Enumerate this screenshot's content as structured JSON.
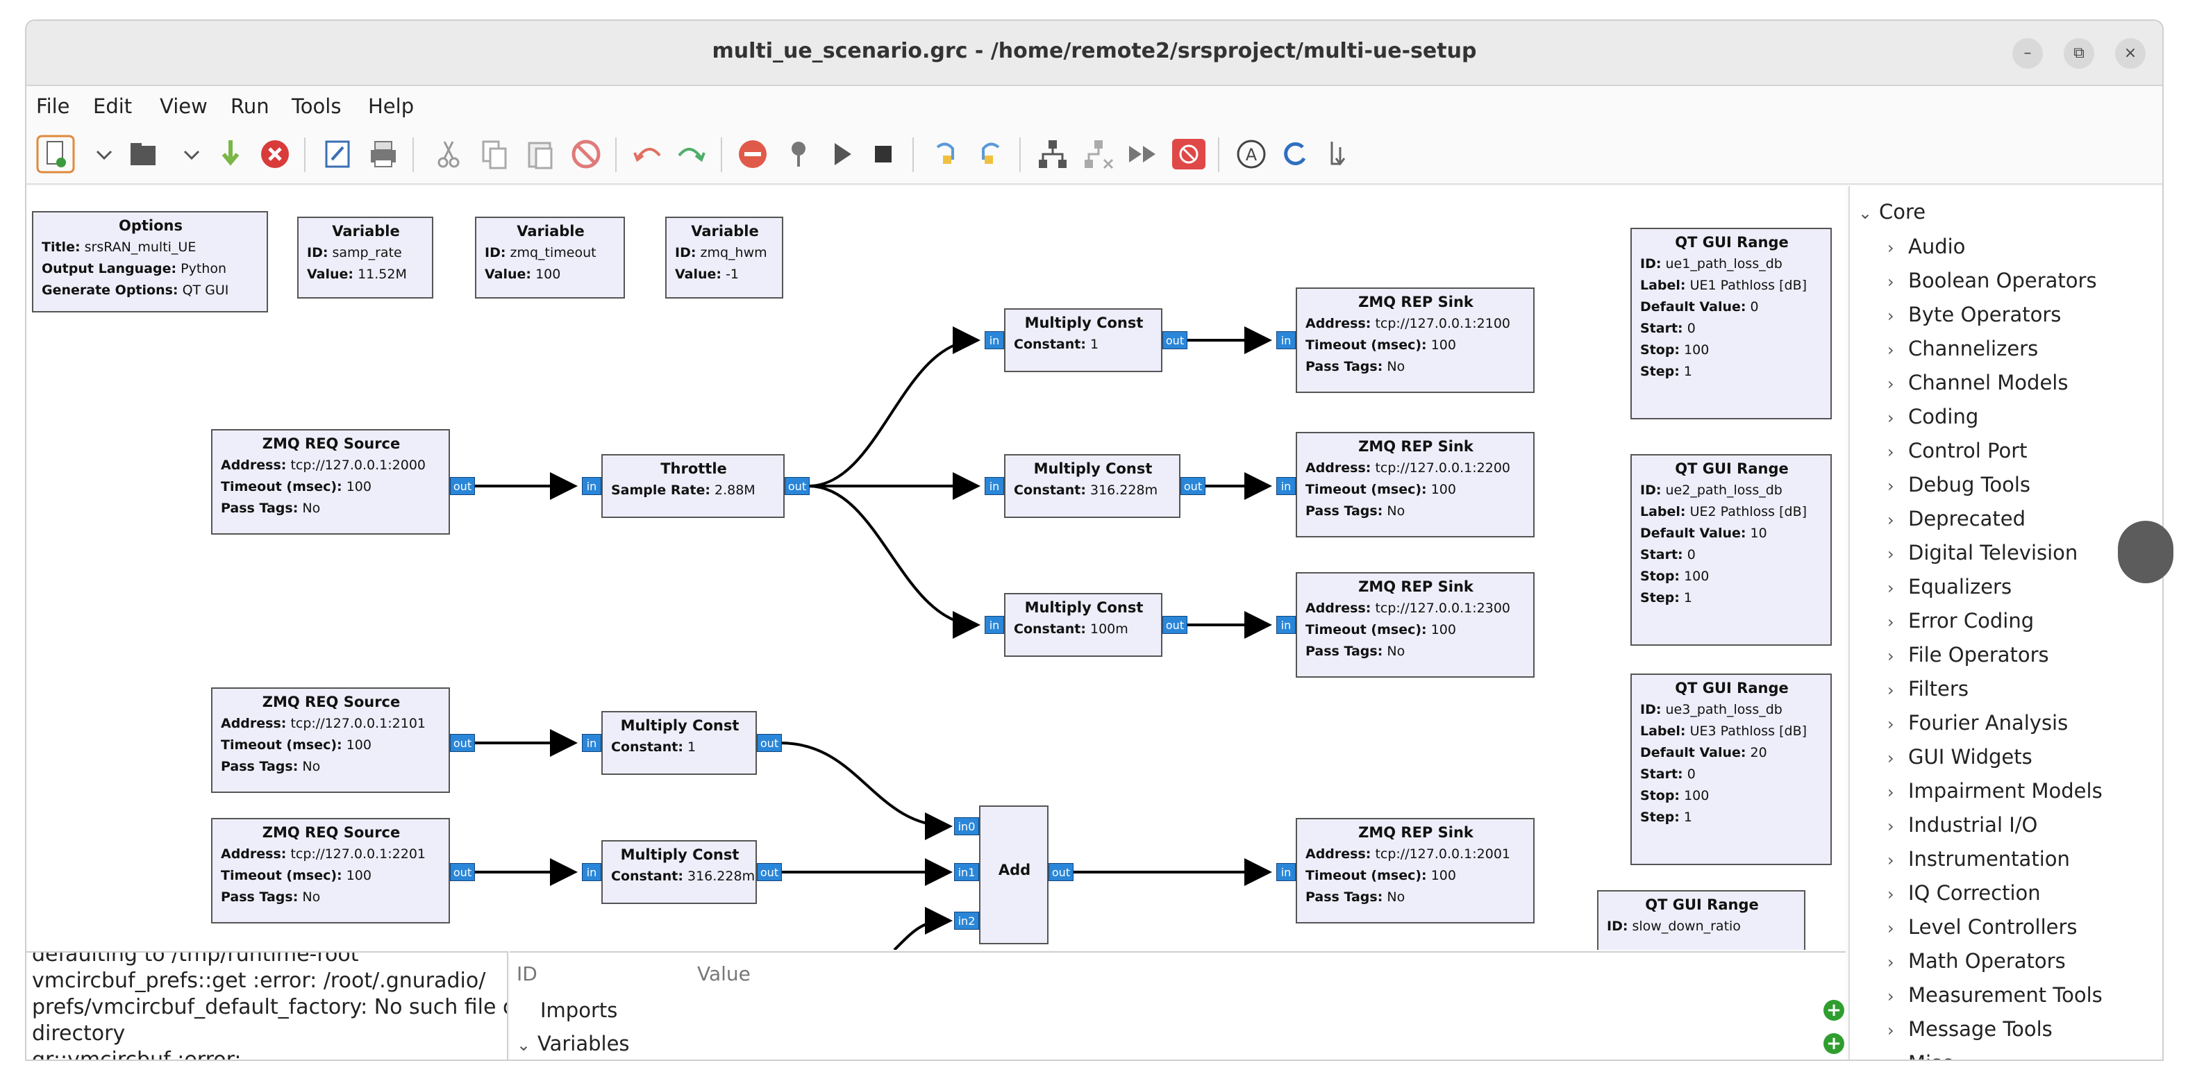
{
  "window": {
    "title": "multi_ue_scenario.grc - /home/remote2/srsproject/multi-ue-setup",
    "controls": [
      "–",
      "⧉",
      "×"
    ]
  },
  "menu": [
    "File",
    "Edit",
    "View",
    "Run",
    "Tools",
    "Help"
  ],
  "toolbar_icons": [
    "new-icon",
    "new-dropdown-icon",
    "open-icon",
    "open-dropdown-icon",
    "save-icon",
    "close-icon",
    "properties-icon",
    "print-icon",
    "cut-icon",
    "copy-icon",
    "paste-icon",
    "delete-icon",
    "undo-icon",
    "redo-icon",
    "disable-icon",
    "bypass-icon",
    "run-icon",
    "stop-icon",
    "rotate-ccw-icon",
    "rotate-cw-icon",
    "flowgraph-icon",
    "flowgraph-alt-icon",
    "fast-forward-icon",
    "kill-icon",
    "search-icon",
    "reload-icon",
    "export-icon"
  ],
  "blocks": {
    "options": {
      "title": "Options",
      "rows": [
        [
          "Title:",
          "srsRAN_multi_UE"
        ],
        [
          "Output Language:",
          "Python"
        ],
        [
          "Generate Options:",
          "QT GUI"
        ]
      ]
    },
    "var_samp_rate": {
      "title": "Variable",
      "rows": [
        [
          "ID:",
          "samp_rate"
        ],
        [
          "Value:",
          "11.52M"
        ]
      ]
    },
    "var_zmq_timeout": {
      "title": "Variable",
      "rows": [
        [
          "ID:",
          "zmq_timeout"
        ],
        [
          "Value:",
          "100"
        ]
      ]
    },
    "var_zmq_hwm": {
      "title": "Variable",
      "rows": [
        [
          "ID:",
          "zmq_hwm"
        ],
        [
          "Value:",
          "-1"
        ]
      ]
    },
    "req_src_2000": {
      "title": "ZMQ REQ Source",
      "rows": [
        [
          "Address:",
          "tcp://127.0.0.1:2000"
        ],
        [
          "Timeout (msec):",
          "100"
        ],
        [
          "Pass Tags:",
          "No"
        ]
      ]
    },
    "throttle": {
      "title": "Throttle",
      "rows": [
        [
          "Sample Rate:",
          "2.88M"
        ]
      ]
    },
    "mult_1": {
      "title": "Multiply Const",
      "rows": [
        [
          "Constant:",
          "1"
        ]
      ]
    },
    "mult_2": {
      "title": "Multiply Const",
      "rows": [
        [
          "Constant:",
          "316.228m"
        ]
      ]
    },
    "mult_3": {
      "title": "Multiply Const",
      "rows": [
        [
          "Constant:",
          "100m"
        ]
      ]
    },
    "rep_sink_2100": {
      "title": "ZMQ REP Sink",
      "rows": [
        [
          "Address:",
          "tcp://127.0.0.1:2100"
        ],
        [
          "Timeout (msec):",
          "100"
        ],
        [
          "Pass Tags:",
          "No"
        ]
      ]
    },
    "rep_sink_2200": {
      "title": "ZMQ REP Sink",
      "rows": [
        [
          "Address:",
          "tcp://127.0.0.1:2200"
        ],
        [
          "Timeout (msec):",
          "100"
        ],
        [
          "Pass Tags:",
          "No"
        ]
      ]
    },
    "rep_sink_2300": {
      "title": "ZMQ REP Sink",
      "rows": [
        [
          "Address:",
          "tcp://127.0.0.1:2300"
        ],
        [
          "Timeout (msec):",
          "100"
        ],
        [
          "Pass Tags:",
          "No"
        ]
      ]
    },
    "req_src_2101": {
      "title": "ZMQ REQ Source",
      "rows": [
        [
          "Address:",
          "tcp://127.0.0.1:2101"
        ],
        [
          "Timeout (msec):",
          "100"
        ],
        [
          "Pass Tags:",
          "No"
        ]
      ]
    },
    "mult_4": {
      "title": "Multiply Const",
      "rows": [
        [
          "Constant:",
          "1"
        ]
      ]
    },
    "req_src_2201": {
      "title": "ZMQ REQ Source",
      "rows": [
        [
          "Address:",
          "tcp://127.0.0.1:2201"
        ],
        [
          "Timeout (msec):",
          "100"
        ],
        [
          "Pass Tags:",
          "No"
        ]
      ]
    },
    "mult_5": {
      "title": "Multiply Const",
      "rows": [
        [
          "Constant:",
          "316.228m"
        ]
      ]
    },
    "add": {
      "title": "Add"
    },
    "rep_sink_2001": {
      "title": "ZMQ REP Sink",
      "rows": [
        [
          "Address:",
          "tcp://127.0.0.1:2001"
        ],
        [
          "Timeout (msec):",
          "100"
        ],
        [
          "Pass Tags:",
          "No"
        ]
      ]
    },
    "range_ue1": {
      "title": "QT GUI Range",
      "rows": [
        [
          "ID:",
          "ue1_path_loss_db"
        ],
        [
          "Label:",
          "UE1 Pathloss [dB]"
        ],
        [
          "Default Value:",
          "0"
        ],
        [
          "Start:",
          "0"
        ],
        [
          "Stop:",
          "100"
        ],
        [
          "Step:",
          "1"
        ]
      ]
    },
    "range_ue2": {
      "title": "QT GUI Range",
      "rows": [
        [
          "ID:",
          "ue2_path_loss_db"
        ],
        [
          "Label:",
          "UE2 Pathloss [dB]"
        ],
        [
          "Default Value:",
          "10"
        ],
        [
          "Start:",
          "0"
        ],
        [
          "Stop:",
          "100"
        ],
        [
          "Step:",
          "1"
        ]
      ]
    },
    "range_ue3": {
      "title": "QT GUI Range",
      "rows": [
        [
          "ID:",
          "ue3_path_loss_db"
        ],
        [
          "Label:",
          "UE3 Pathloss [dB]"
        ],
        [
          "Default Value:",
          "20"
        ],
        [
          "Start:",
          "0"
        ],
        [
          "Stop:",
          "100"
        ],
        [
          "Step:",
          "1"
        ]
      ]
    },
    "range_slow": {
      "title": "QT GUI Range",
      "rows": [
        [
          "ID:",
          "slow_down_ratio"
        ]
      ]
    }
  },
  "ports": {
    "in": "in",
    "out": "out",
    "in0": "in0",
    "in1": "in1",
    "in2": "in2"
  },
  "library": {
    "root": "Core",
    "items": [
      "Audio",
      "Boolean Operators",
      "Byte Operators",
      "Channelizers",
      "Channel Models",
      "Coding",
      "Control Port",
      "Debug Tools",
      "Deprecated",
      "Digital Television",
      "Equalizers",
      "Error Coding",
      "File Operators",
      "Filters",
      "Fourier Analysis",
      "GUI Widgets",
      "Impairment Models",
      "Industrial I/O",
      "Instrumentation",
      "IQ Correction",
      "Level Controllers",
      "Math Operators",
      "Measurement Tools",
      "Message Tools",
      "Misc"
    ]
  },
  "console": [
    "defaulting to /tmp/runtime-root",
    "vmcircbuf_prefs::get :error: /root/.gnuradio/",
    "prefs/vmcircbuf_default_factory: No such file or",
    "directory",
    "gr::vmcircbuf :error:"
  ],
  "properties": {
    "col_id": "ID",
    "col_value": "Value",
    "imports": "Imports",
    "variables": "Variables"
  }
}
